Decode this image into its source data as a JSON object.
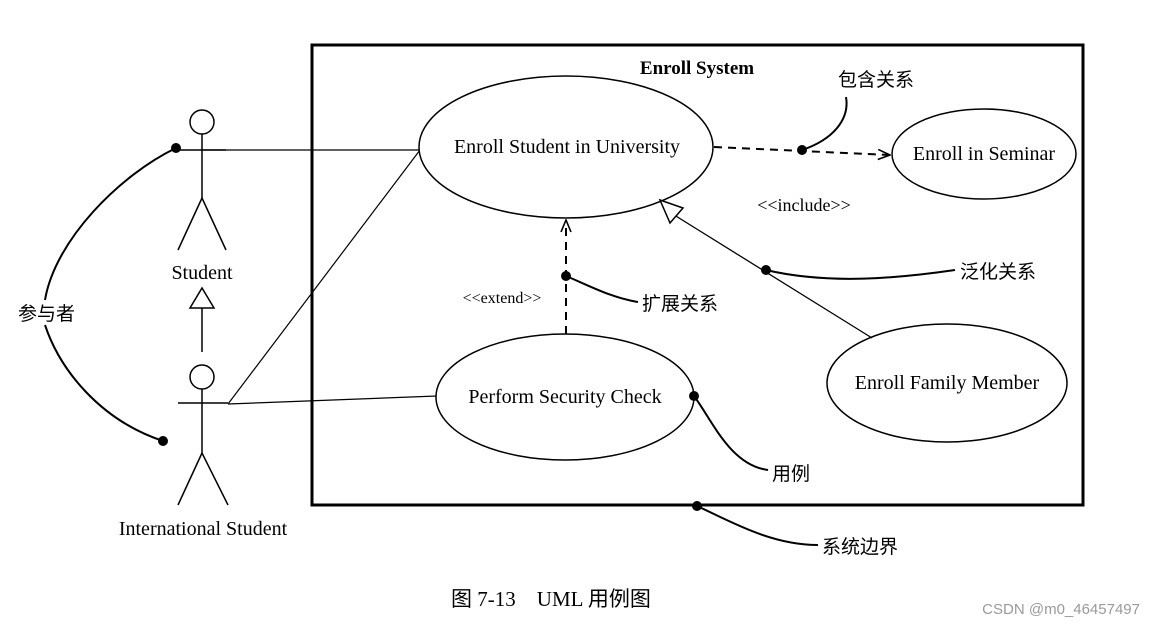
{
  "system": {
    "title": "Enroll System"
  },
  "actors": {
    "student": "Student",
    "international_student": "International Student"
  },
  "use_cases": {
    "enroll_university": "Enroll Student in University",
    "enroll_seminar": "Enroll in Seminar",
    "security_check": "Perform Security Check",
    "enroll_family": "Enroll Family Member"
  },
  "stereotypes": {
    "include": "<<include>>",
    "extend": "<<extend>>"
  },
  "annotations": {
    "include_relation": "包含关系",
    "generalization_relation": "泛化关系",
    "extend_relation": "扩展关系",
    "use_case": "用例",
    "actor": "参与者",
    "system_boundary": "系统边界"
  },
  "caption": "图 7-13　UML 用例图",
  "watermark": "CSDN @m0_46457497"
}
